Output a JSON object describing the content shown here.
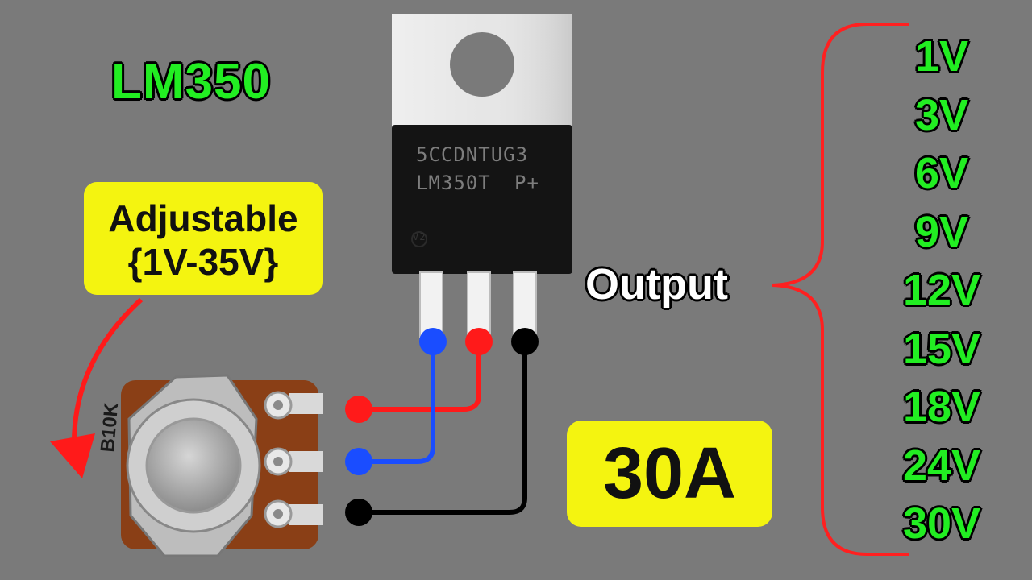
{
  "title": "LM350",
  "adjustable": {
    "line1": "Adjustable",
    "line2": "{1V-35V}"
  },
  "current": "30A",
  "output_label": "Output",
  "voltages": [
    "1V",
    "3V",
    "6V",
    "9V",
    "12V",
    "15V",
    "18V",
    "24V",
    "30V"
  ],
  "chip": {
    "line1": "5CCDNTUG3",
    "line2": "LM350T",
    "line3": "P+",
    "mark": "V2"
  },
  "potentiometer": {
    "label": "B10K"
  },
  "colors": {
    "background": "#7a7a7a",
    "title_green": "#22ee22",
    "label_yellow": "#f4f410",
    "wire_red": "#ff1a1a",
    "wire_blue": "#1a4dff",
    "wire_black": "#000000",
    "bracket_red": "#ff2020"
  }
}
